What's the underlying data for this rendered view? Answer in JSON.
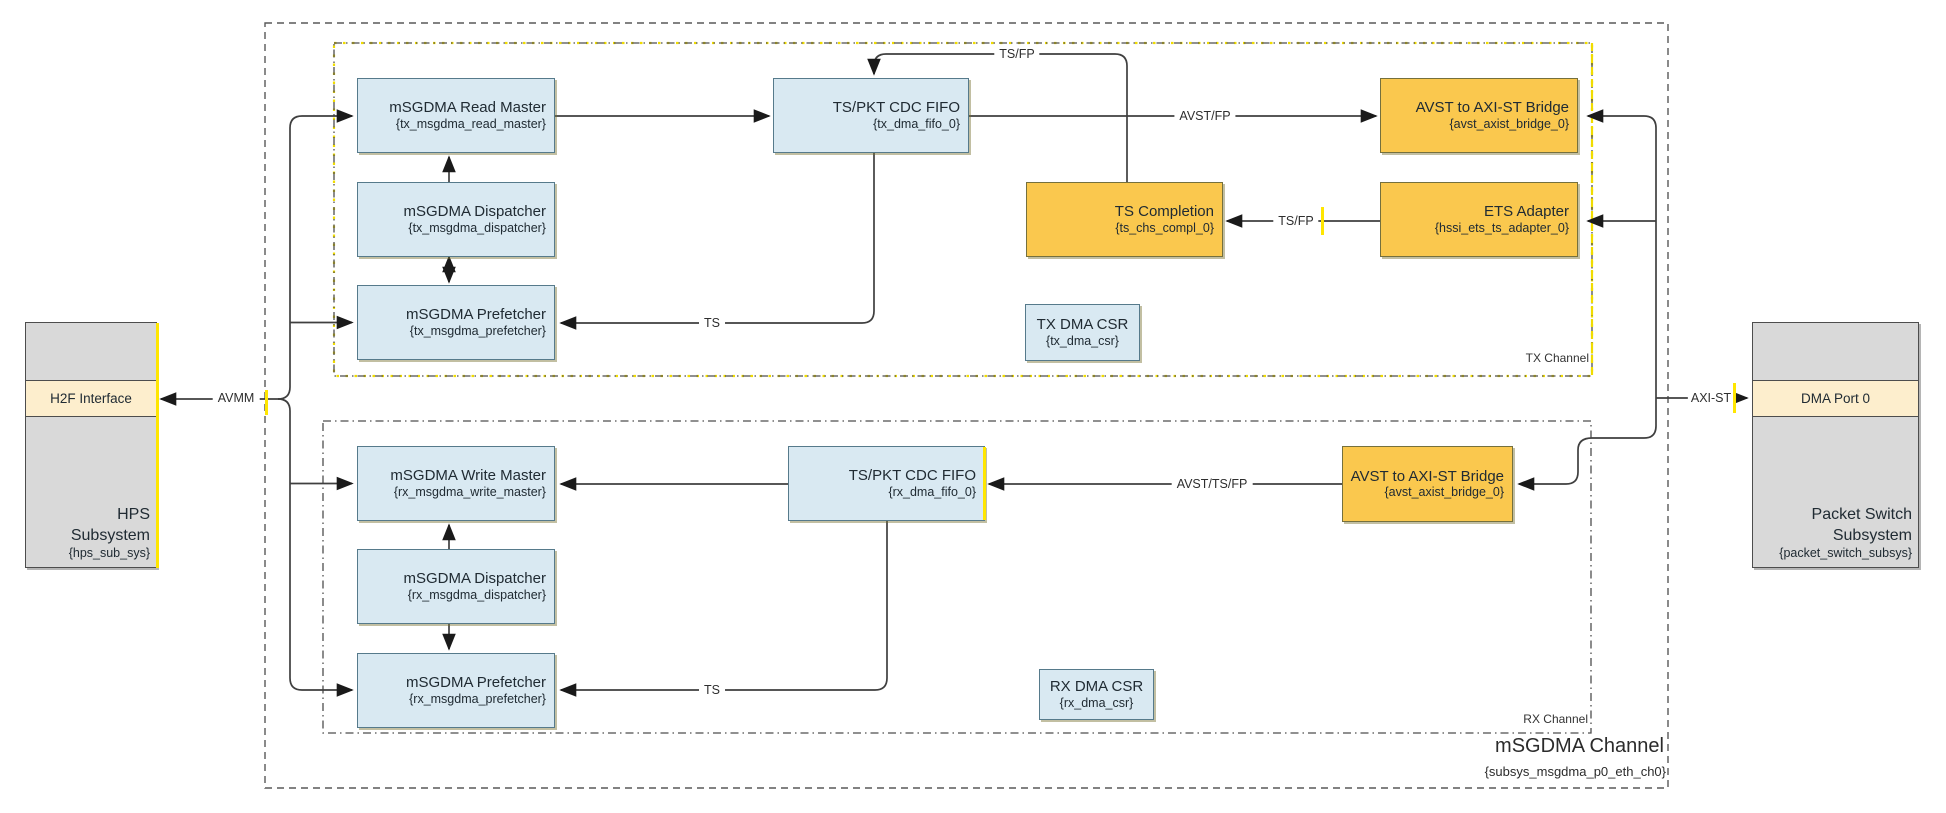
{
  "outer": {
    "title": "mSGDMA Channel",
    "instance": "{subsys_msgdma_p0_eth_ch0}"
  },
  "hps": {
    "title_lines": [
      "HPS",
      "Subsystem"
    ],
    "instance": "{hps_sub_sys}",
    "port": "H2F Interface"
  },
  "packet_switch": {
    "title_lines": [
      "Packet Switch",
      "Subsystem"
    ],
    "instance": "{packet_switch_subsys}",
    "port": "DMA Port 0"
  },
  "tx": {
    "label": "TX Channel",
    "read_master": {
      "title": "mSGDMA Read Master",
      "instance": "{tx_msgdma_read_master}"
    },
    "dispatcher": {
      "title": "mSGDMA Dispatcher",
      "instance": "{tx_msgdma_dispatcher}"
    },
    "prefetcher": {
      "title": "mSGDMA Prefetcher",
      "instance": "{tx_msgdma_prefetcher}"
    },
    "fifo": {
      "title": "TS/PKT CDC FIFO",
      "instance": "{tx_dma_fifo_0}"
    },
    "csr": {
      "title": "TX DMA CSR",
      "instance": "{tx_dma_csr}"
    },
    "ts_completion": {
      "title": "TS Completion",
      "instance": "{ts_chs_compl_0}"
    },
    "ets_adapter": {
      "title": "ETS Adapter",
      "instance": "{hssi_ets_ts_adapter_0}"
    },
    "bridge": {
      "title": "AVST to AXI-ST Bridge",
      "instance": "{avst_axist_bridge_0}"
    }
  },
  "rx": {
    "label": "RX Channel",
    "write_master": {
      "title": "mSGDMA Write Master",
      "instance": "{rx_msgdma_write_master}"
    },
    "dispatcher": {
      "title": "mSGDMA Dispatcher",
      "instance": "{rx_msgdma_dispatcher}"
    },
    "prefetcher": {
      "title": "mSGDMA Prefetcher",
      "instance": "{rx_msgdma_prefetcher}"
    },
    "fifo": {
      "title": "TS/PKT CDC FIFO",
      "instance": "{rx_dma_fifo_0}"
    },
    "csr": {
      "title": "RX DMA CSR",
      "instance": "{rx_dma_csr}"
    },
    "bridge": {
      "title": "AVST to AXI-ST Bridge",
      "instance": "{avst_axist_bridge_0}"
    }
  },
  "labels": {
    "avmm": "AVMM",
    "avst_fp": "AVST/FP",
    "ts_fp_feedback": "TS/FP",
    "ts_fp": "TS/FP",
    "ts_tx": "TS",
    "ts_rx": "TS",
    "avst_ts_fp": "AVST/TS/FP",
    "axi_st": "AXI-ST"
  },
  "colors": {
    "block_blue": "#d9e9f2",
    "block_orange": "#fac84e",
    "block_gray": "#d9d9d9",
    "band_cream": "#fdeecd",
    "highlight_yellow": "#ffe600"
  }
}
